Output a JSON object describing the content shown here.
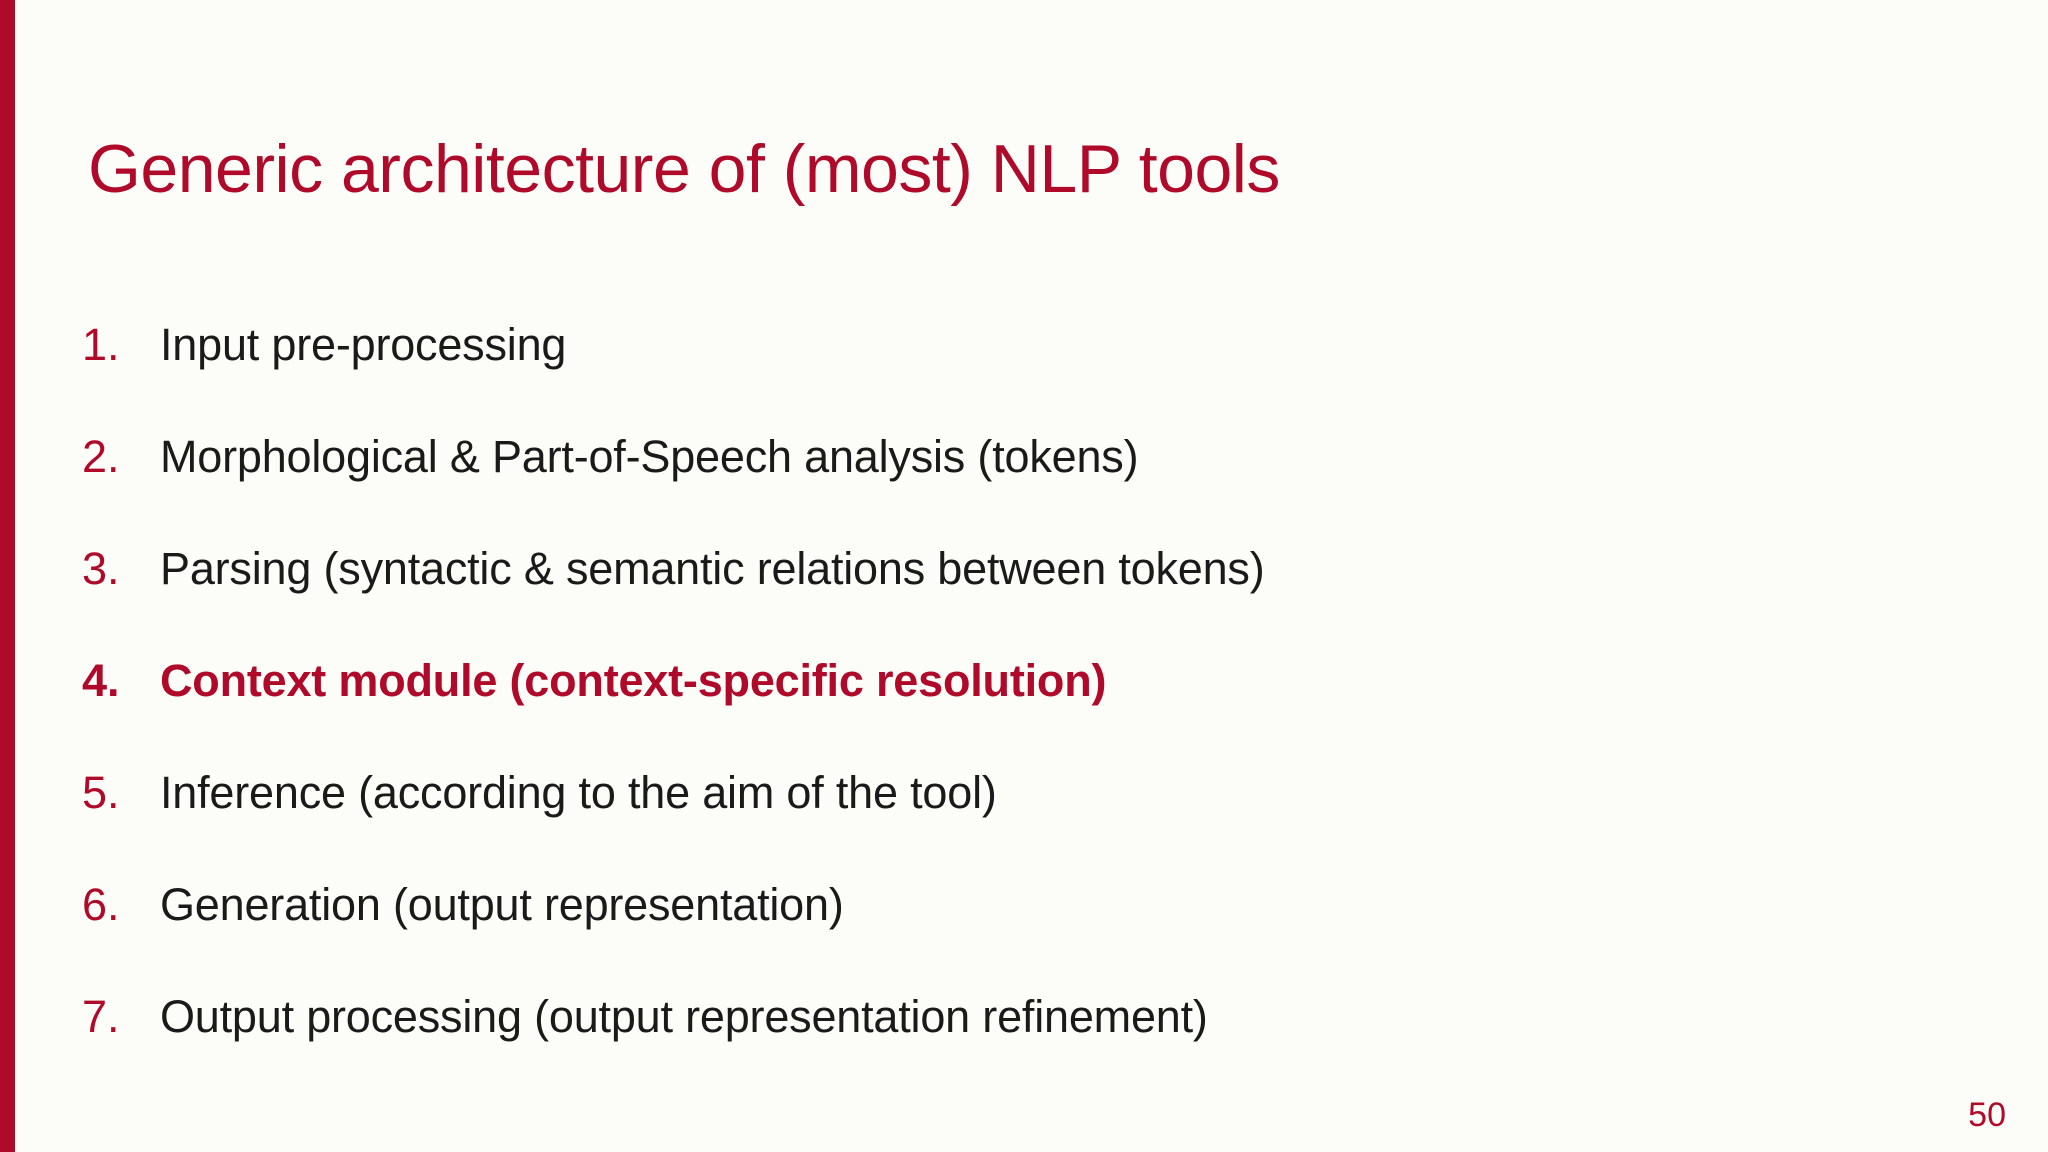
{
  "slide": {
    "title": "Generic architecture of (most) NLP tools",
    "page_number": "50",
    "colors": {
      "accent": "#B00A2B",
      "background": "#FCFDF8",
      "body_text": "#1A1A1A"
    },
    "accent_bar": {
      "name": "left-accent-bar"
    },
    "items": [
      {
        "number": "1.",
        "text": "Input pre-processing",
        "highlighted": false
      },
      {
        "number": "2.",
        "text": "Morphological & Part-of-Speech analysis (tokens)",
        "highlighted": false
      },
      {
        "number": "3.",
        "text": "Parsing (syntactic & semantic relations between tokens)",
        "highlighted": false
      },
      {
        "number": "4.",
        "text": "Context module (context-specific resolution)",
        "highlighted": true
      },
      {
        "number": "5.",
        "text": "Inference (according to the aim of the tool)",
        "highlighted": false
      },
      {
        "number": "6.",
        "text": "Generation (output representation)",
        "highlighted": false
      },
      {
        "number": "7.",
        "text": "Output processing (output representation refinement)",
        "highlighted": false
      }
    ]
  }
}
